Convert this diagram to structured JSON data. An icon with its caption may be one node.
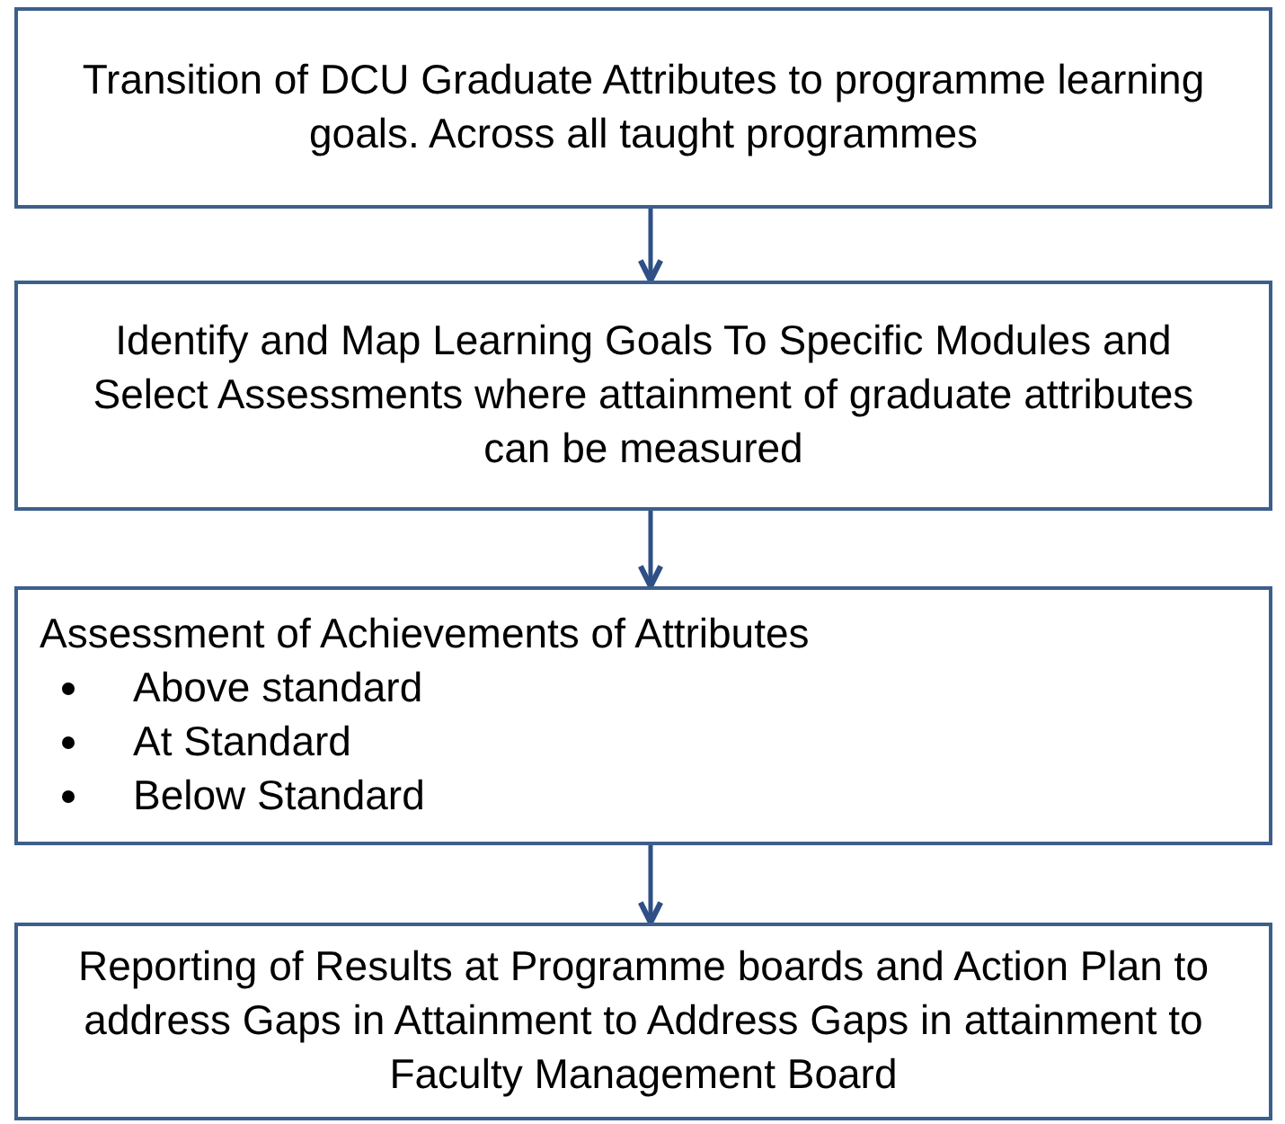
{
  "diagram": {
    "nodes": [
      {
        "text": [
          "Transition of DCU Graduate Attributes to programme learning goals. Across all taught programmes"
        ]
      },
      {
        "text": [
          "Identify and Map Learning Goals To Specific Modules and Select Assessments where attainment of graduate attributes can be measured"
        ]
      },
      {
        "text": [
          "Assessment of Achievements of Attributes",
          "Above standard",
          "At Standard",
          "Below Standard"
        ]
      },
      {
        "text": [
          "Reporting of Results at Programme boards and Action Plan to address Gaps in Attainment to Address Gaps in attainment to Faculty Management Board"
        ]
      }
    ],
    "edges": [
      {
        "from": 0,
        "to": 1,
        "arrow": "to"
      },
      {
        "from": 1,
        "to": 2,
        "arrow": "to"
      },
      {
        "from": 2,
        "to": 3,
        "arrow": "to"
      }
    ]
  }
}
